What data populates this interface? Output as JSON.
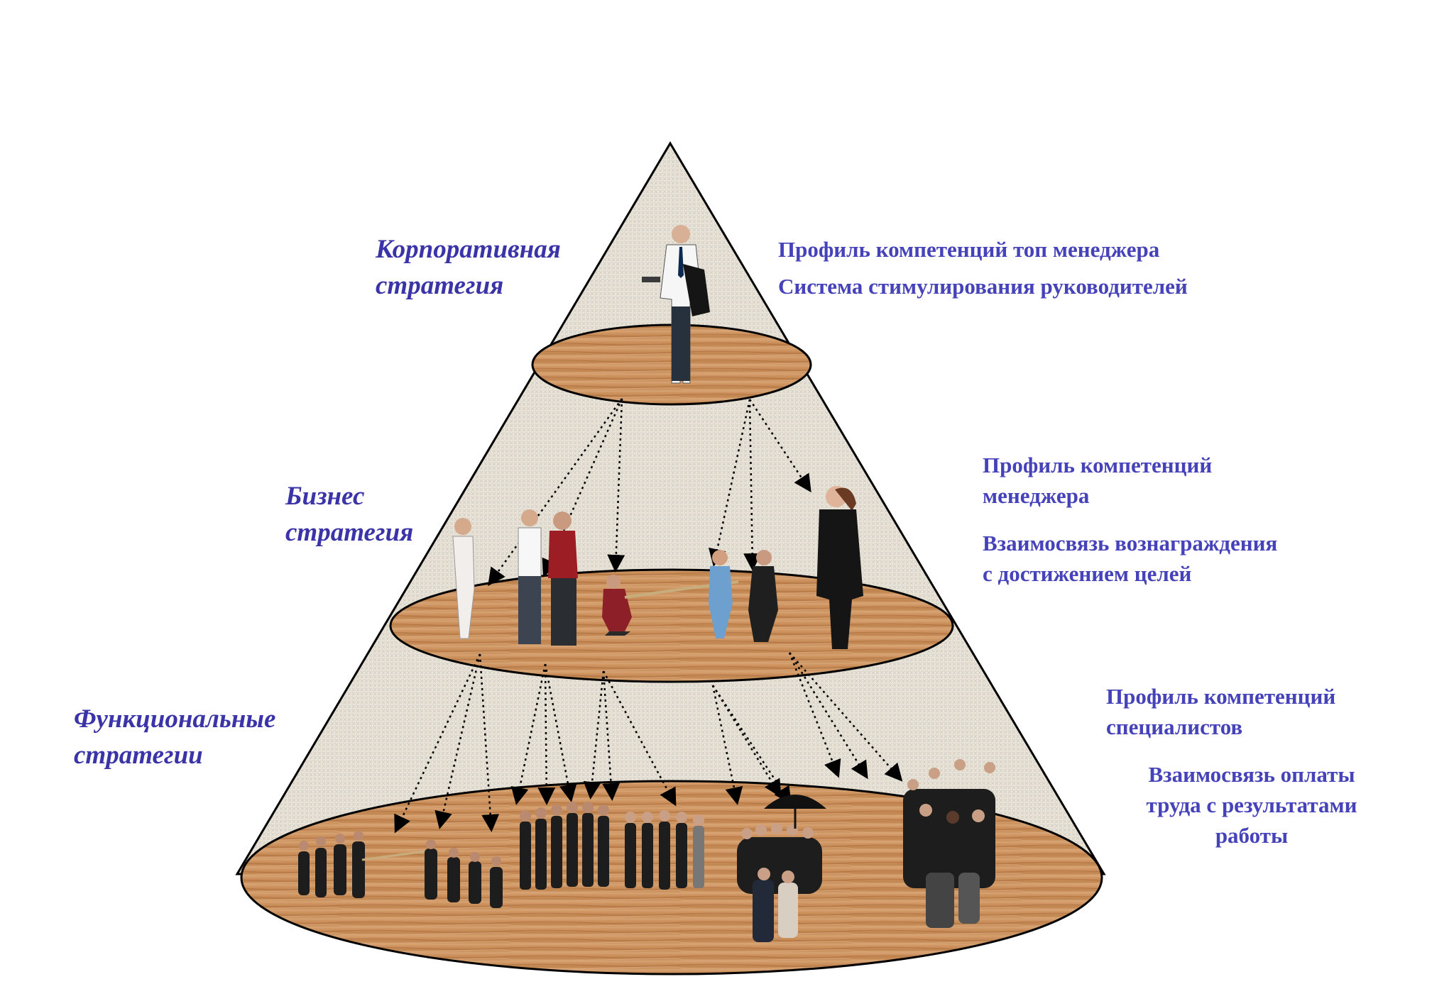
{
  "levels": [
    {
      "label_lines": [
        "Корпоративная",
        "стратегия"
      ],
      "notes": [
        {
          "lines": [
            "Профиль компетенций топ менеджера"
          ]
        },
        {
          "lines": [
            "Система стимулирования руководителей"
          ]
        }
      ]
    },
    {
      "label_lines": [
        "Бизнес",
        "стратегия"
      ],
      "notes": [
        {
          "lines": [
            "Профиль компетенций",
            "менеджера"
          ]
        },
        {
          "lines": [
            "Взаимосвязь вознаграждения",
            "с достижением целей"
          ]
        }
      ]
    },
    {
      "label_lines": [
        "Функциональные",
        "стратегии"
      ],
      "notes": [
        {
          "lines": [
            "Профиль  компетенций",
            "специалистов"
          ]
        },
        {
          "lines": [
            "Взаимосвязь оплаты",
            "труда с результатами",
            "работы"
          ]
        }
      ]
    }
  ],
  "colors": {
    "text_label": "#3a34a8",
    "text_note": "#4643ba",
    "pyramid_fill": "#e8e2d8",
    "wood_floor": "#c98a58",
    "outline": "#000000"
  },
  "icons": [
    "person-figure-icon",
    "group-of-people-icon",
    "umbrella-icon"
  ]
}
